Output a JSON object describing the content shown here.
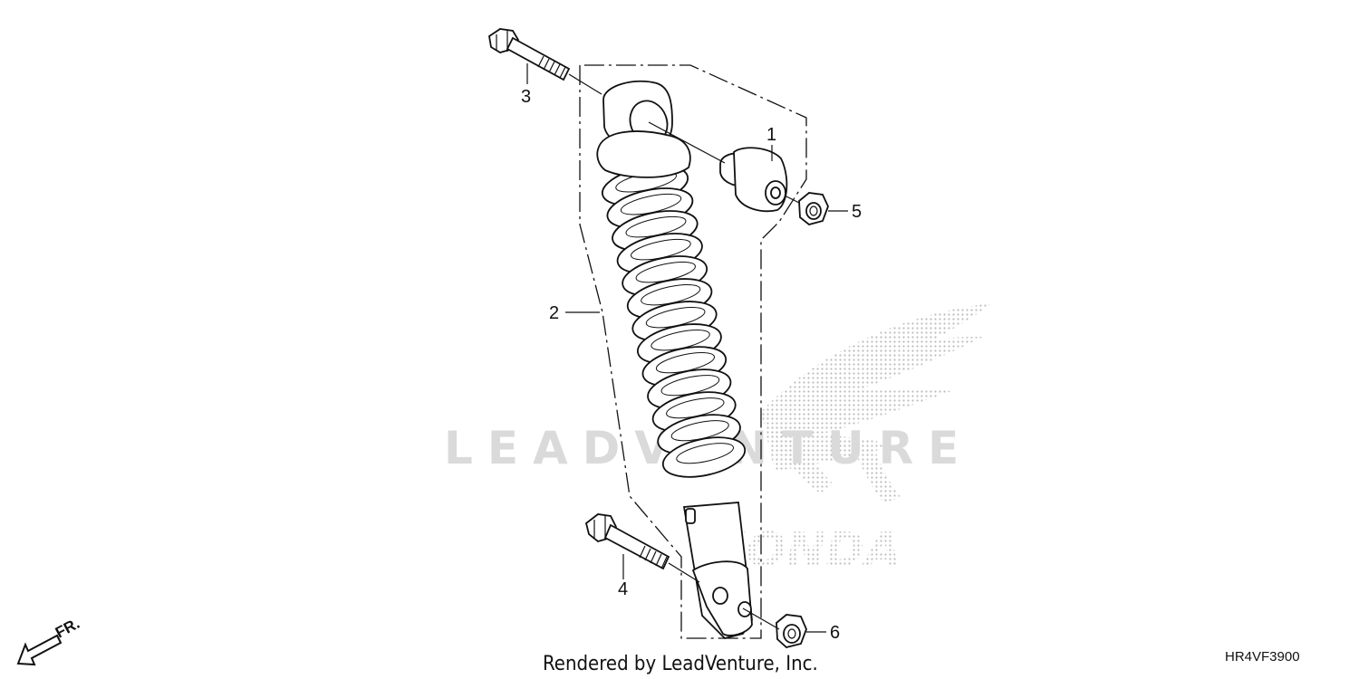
{
  "diagram": {
    "callouts": [
      {
        "id": "1",
        "label": "1"
      },
      {
        "id": "2",
        "label": "2"
      },
      {
        "id": "3",
        "label": "3"
      },
      {
        "id": "4",
        "label": "4"
      },
      {
        "id": "5",
        "label": "5"
      },
      {
        "id": "6",
        "label": "6"
      }
    ],
    "direction_label": "FR.",
    "footer_text": "Rendered by LeadVenture, Inc.",
    "diagram_code": "HR4VF3900",
    "watermark_text": "LEADVENTURE",
    "brand_text": "HONDA",
    "colors": {
      "line": "#111111",
      "watermark": "#dadada"
    }
  }
}
